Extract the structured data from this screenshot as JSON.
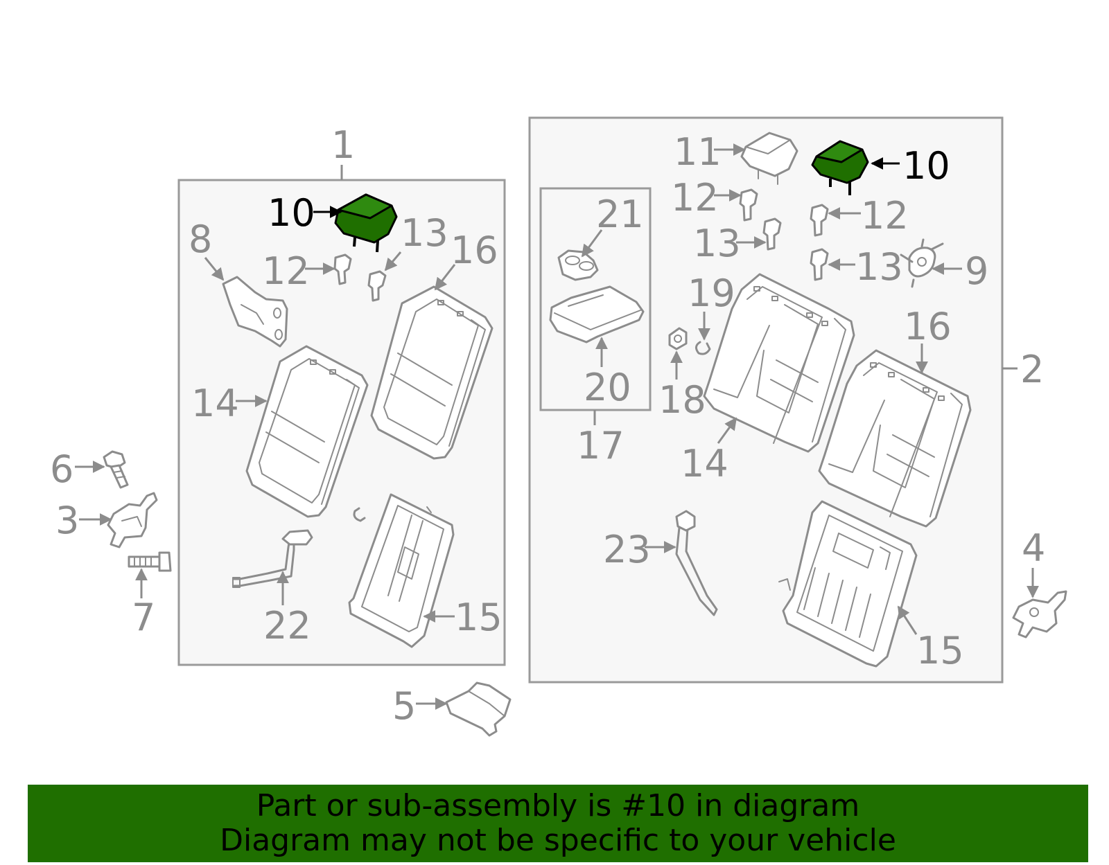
{
  "highlight_color": "#1f6f00",
  "callouts": {
    "c1": "1",
    "c2": "2",
    "c3": "3",
    "c4": "4",
    "c5": "5",
    "c6": "6",
    "c7": "7",
    "c8": "8",
    "c9": "9",
    "c10a": "10",
    "c10b": "10",
    "c11": "11",
    "c12a": "12",
    "c12b": "12",
    "c12c": "12",
    "c13a": "13",
    "c13b": "13",
    "c13c": "13",
    "c14a": "14",
    "c14b": "14",
    "c15a": "15",
    "c15b": "15",
    "c16a": "16",
    "c16b": "16",
    "c17": "17",
    "c18": "18",
    "c19": "19",
    "c20": "20",
    "c21": "21",
    "c22": "22",
    "c23": "23"
  },
  "footer": {
    "line1": "Part or sub-assembly is #10 in diagram",
    "line2": "Diagram may not be specific to your vehicle"
  }
}
